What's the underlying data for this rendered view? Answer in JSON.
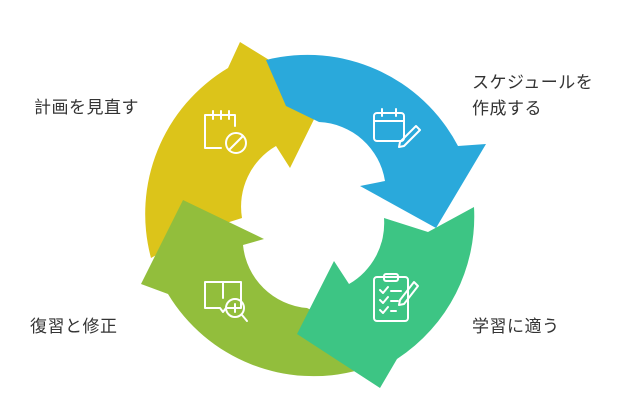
{
  "diagram": {
    "steps": [
      {
        "lines": [
          "スケジュールを",
          "作成する"
        ],
        "color": "#2aa9db",
        "icon": "calendar-pencil-icon"
      },
      {
        "lines": [
          "学習に適う"
        ],
        "color": "#3dc584",
        "icon": "clipboard-checklist-icon"
      },
      {
        "lines": [
          "復習と修正"
        ],
        "color": "#92be3c",
        "icon": "book-magnifier-icon"
      },
      {
        "lines": [
          "計画を見直す"
        ],
        "color": "#dcc41a",
        "icon": "calendar-cancel-icon"
      }
    ]
  }
}
